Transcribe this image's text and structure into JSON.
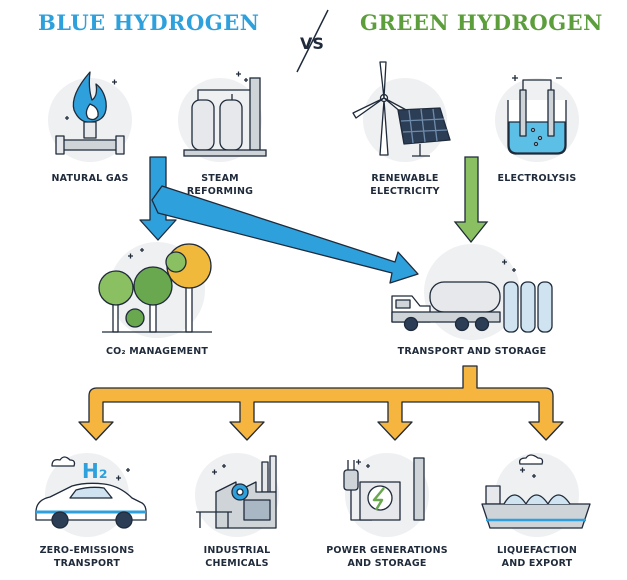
{
  "header": {
    "blue_title": "BLUE HYDROGEN",
    "green_title": "GREEN HYDROGEN",
    "vs": "VS"
  },
  "colors": {
    "blue": "#2ea0dc",
    "green": "#5c9e3c",
    "orange": "#f5b53f",
    "outline": "#1f2a3a",
    "circle": "#eef0f2"
  },
  "blue_sources": [
    {
      "icon": "gas-flame-icon",
      "lines": [
        "NATURAL GAS"
      ]
    },
    {
      "icon": "steam-reformer-icon",
      "lines": [
        "STEAM",
        "REFORMING"
      ]
    }
  ],
  "green_sources": [
    {
      "icon": "wind-solar-icon",
      "lines": [
        "RENEWABLE",
        "ELECTRICITY"
      ]
    },
    {
      "icon": "electrolysis-icon",
      "lines": [
        "ELECTROLYSIS"
      ]
    }
  ],
  "middle": [
    {
      "icon": "trees-icon",
      "lines": [
        "CO₂ MANAGEMENT"
      ]
    },
    {
      "icon": "tanker-truck-icon",
      "lines": [
        "TRANSPORT AND STORAGE"
      ]
    }
  ],
  "uses": [
    {
      "icon": "hydrogen-car-icon",
      "badge": "H₂",
      "lines": [
        "ZERO-EMISSIONS",
        "TRANSPORT"
      ]
    },
    {
      "icon": "factory-icon",
      "lines": [
        "INDUSTRIAL",
        "CHEMICALS"
      ]
    },
    {
      "icon": "power-plug-icon",
      "lines": [
        "POWER GENERATIONS",
        "AND STORAGE"
      ]
    },
    {
      "icon": "lng-ship-icon",
      "lines": [
        "LIQUEFACTION",
        "AND EXPORT"
      ]
    }
  ]
}
